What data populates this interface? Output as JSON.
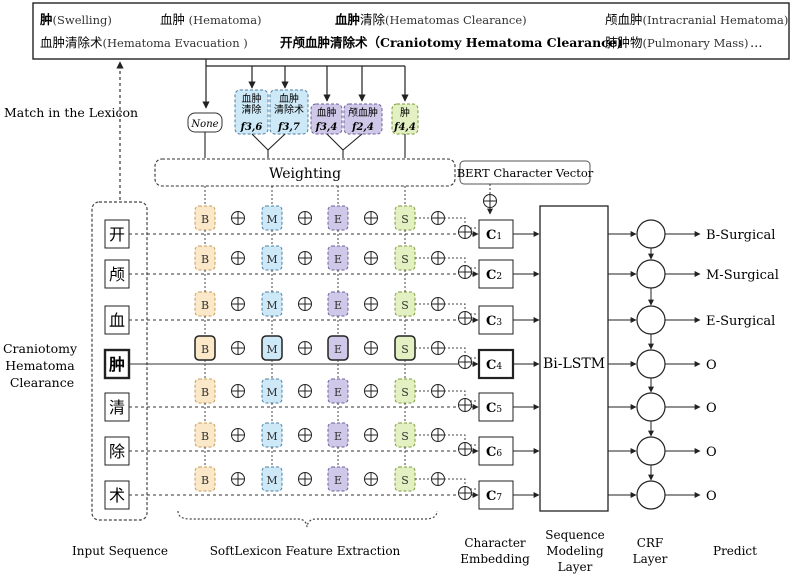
{
  "lexicon": {
    "row1": [
      {
        "cn_bold": "肿",
        "cn_plain": "",
        "en": "(Swelling)"
      },
      {
        "cn_bold": "",
        "cn_plain": "血肿",
        "en": " (Hematoma)"
      },
      {
        "cn_bold": "血肿",
        "cn_plain": "清除",
        "en": "(Hematomas Clearance)"
      },
      {
        "cn_bold": "",
        "cn_plain": "颅血肿",
        "en": "(Intracranial Hematoma)"
      }
    ],
    "row2": [
      {
        "cn_bold": "",
        "cn_plain": "血肿清除术",
        "en": "(Hematoma Evacuation )"
      },
      {
        "cn_bold": "开颅血肿清除术",
        "cn_plain": "",
        "en": "（Craniotomy Hematoma Clearance)"
      },
      {
        "cn_bold": "",
        "cn_plain": "肺肿物",
        "en": "(Pulmonary Mass)"
      },
      {
        "cn_bold": "",
        "cn_plain": "…",
        "en": ""
      }
    ]
  },
  "match_label": "Match in the Lexicon",
  "none_label": "None",
  "words": [
    {
      "lines": [
        "血肿",
        "清除"
      ],
      "sub": "f3,6",
      "color": "#cde8f7",
      "stroke": "#4a7fa6"
    },
    {
      "lines": [
        "血肿",
        "清除术"
      ],
      "sub": "f3,7",
      "color": "#cde8f7",
      "stroke": "#4a7fa6"
    },
    {
      "lines": [
        "血肿"
      ],
      "sub": "f3,4",
      "color": "#cfc8e8",
      "stroke": "#6a5f9a"
    },
    {
      "lines": [
        "颅血肿"
      ],
      "sub": "f2,4",
      "color": "#cfc8e8",
      "stroke": "#6a5f9a"
    },
    {
      "lines": [
        "肿"
      ],
      "sub": "f4,4",
      "color": "#e3f0c2",
      "stroke": "#7d9a3a"
    }
  ],
  "weighting_label": "Weighting",
  "bert_label": "BERT Character Vector",
  "oplus": "⊕",
  "bmes": [
    {
      "label": "B",
      "color": "#fbe8c8",
      "stroke": "#c79b5a"
    },
    {
      "label": "M",
      "color": "#cde8f7",
      "stroke": "#4a7fa6"
    },
    {
      "label": "E",
      "color": "#cfc8e8",
      "stroke": "#6a5f9a"
    },
    {
      "label": "S",
      "color": "#e3f0c2",
      "stroke": "#7d9a3a"
    }
  ],
  "chars": [
    "开",
    "颅",
    "血",
    "肿",
    "清",
    "除",
    "术"
  ],
  "c_labels": [
    {
      "main": "C",
      "sub": "1"
    },
    {
      "main": "C",
      "sub": "2"
    },
    {
      "main": "C",
      "sub": "3"
    },
    {
      "main": "C",
      "sub": "4"
    },
    {
      "main": "C",
      "sub": "5"
    },
    {
      "main": "C",
      "sub": "6"
    },
    {
      "main": "C",
      "sub": "7"
    }
  ],
  "active_row": 3,
  "input_label": [
    "Craniotomy",
    "Hematoma",
    "Clearance"
  ],
  "bilstm_label": "Bi-LSTM",
  "outputs": [
    "B-Surgical",
    "M-Surgical",
    "E-Surgical",
    "O",
    "O",
    "O",
    "O"
  ],
  "bottom_labels": [
    {
      "lines": [
        "Input Sequence"
      ]
    },
    {
      "lines": [
        "SoftLexicon Feature Extraction"
      ]
    },
    {
      "lines": [
        "Character",
        "Embedding"
      ]
    },
    {
      "lines": [
        "Sequence",
        "Modeling",
        "Layer"
      ]
    },
    {
      "lines": [
        "CRF",
        "Layer"
      ]
    },
    {
      "lines": [
        "Predict"
      ]
    }
  ]
}
